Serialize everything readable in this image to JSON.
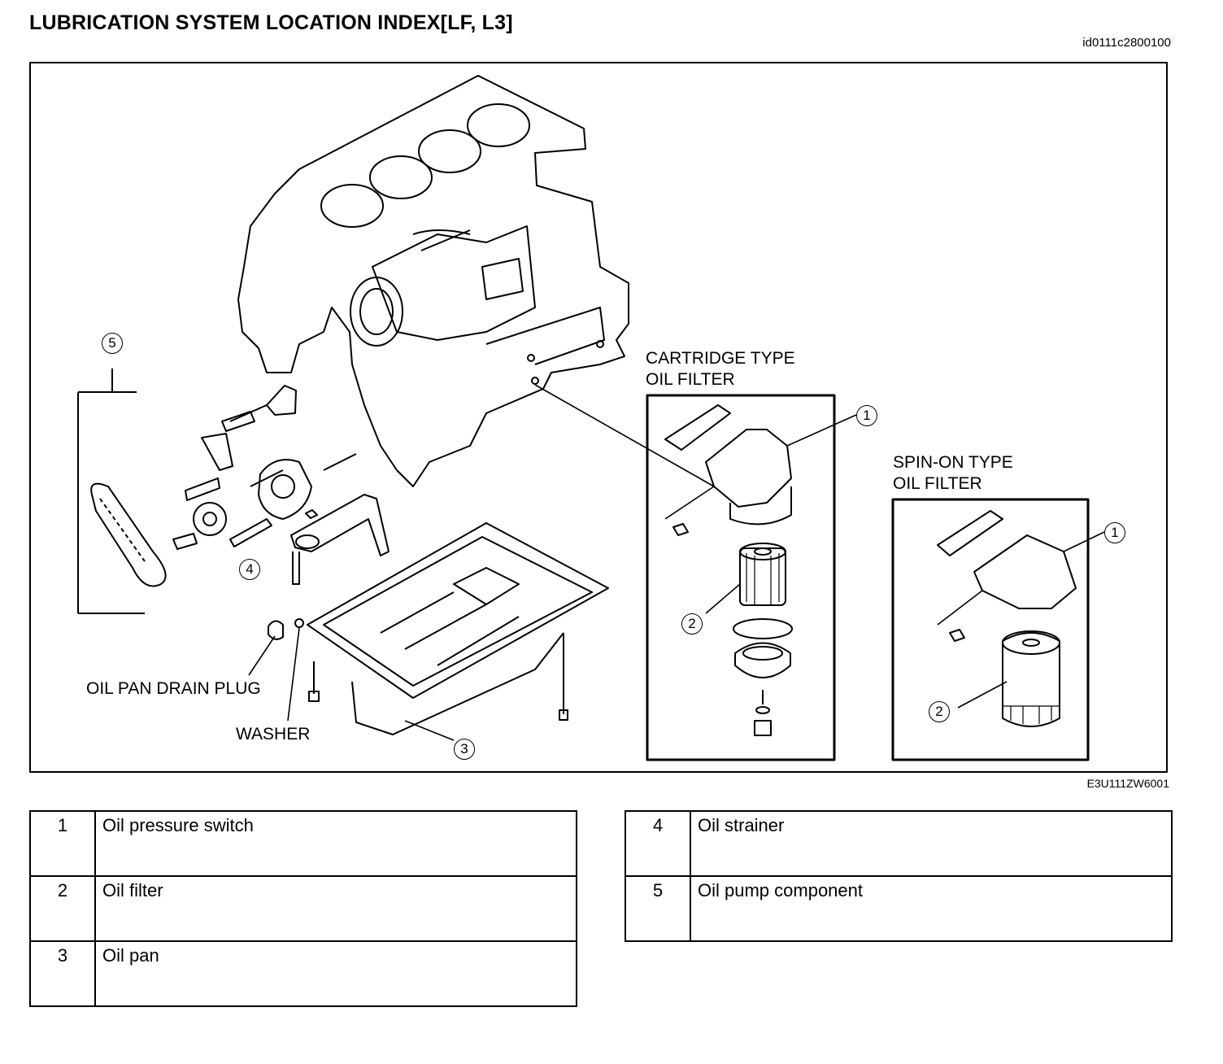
{
  "header": {
    "title": "LUBRICATION SYSTEM LOCATION INDEX[LF, L3]",
    "doc_id": "id0111c2800100"
  },
  "figure": {
    "code": "E3U111ZW6001",
    "labels": {
      "cartridge_line1": "CARTRIDGE TYPE",
      "cartridge_line2": "OIL FILTER",
      "spinon_line1": "SPIN-ON TYPE",
      "spinon_line2": "OIL FILTER",
      "drain_plug": "OIL PAN DRAIN PLUG",
      "washer": "WASHER"
    },
    "callouts": {
      "c1": "1",
      "c2": "2",
      "c3": "3",
      "c4": "4",
      "c5": "5"
    }
  },
  "legend": {
    "left": [
      {
        "num": "1",
        "desc": "Oil pressure switch"
      },
      {
        "num": "2",
        "desc": "Oil filter"
      },
      {
        "num": "3",
        "desc": "Oil pan"
      }
    ],
    "right": [
      {
        "num": "4",
        "desc": "Oil strainer"
      },
      {
        "num": "5",
        "desc": "Oil pump component"
      }
    ]
  }
}
